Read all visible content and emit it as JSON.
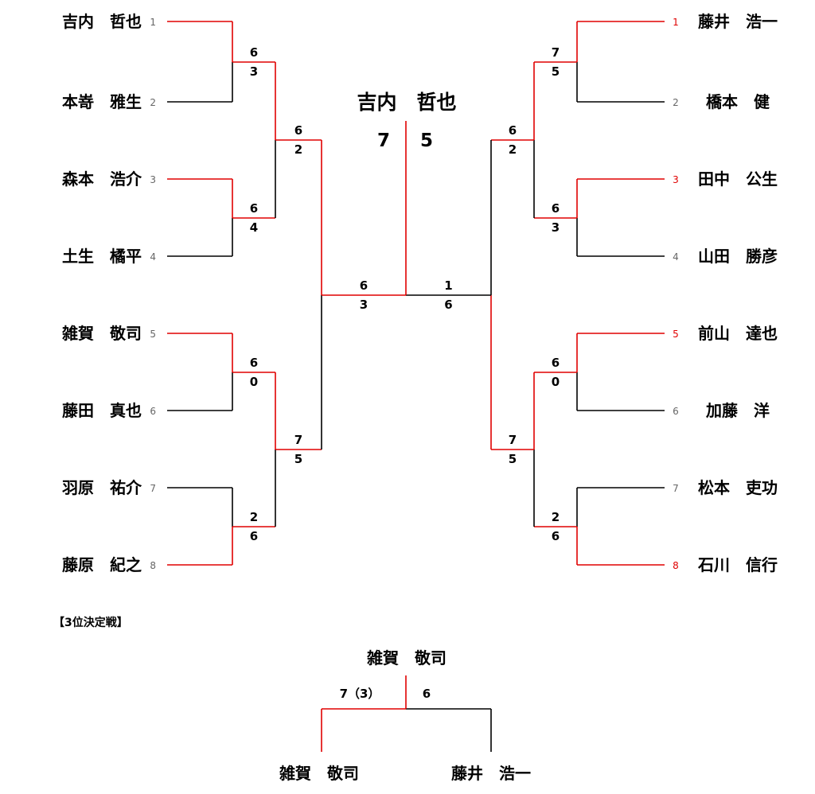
{
  "colors": {
    "winner_line": "#e00000",
    "loser_line": "#000000",
    "text": "#000000"
  },
  "left": [
    {
      "seed": "1",
      "name": "吉内　哲也"
    },
    {
      "seed": "2",
      "name": "本嵜　雅生"
    },
    {
      "seed": "3",
      "name": "森本　浩介"
    },
    {
      "seed": "4",
      "name": "土生　橘平"
    },
    {
      "seed": "5",
      "name": "雑賀　敬司"
    },
    {
      "seed": "6",
      "name": "藤田　真也"
    },
    {
      "seed": "7",
      "name": "羽原　祐介"
    },
    {
      "seed": "8",
      "name": "藤原　紀之"
    }
  ],
  "right": [
    {
      "seed": "1",
      "name": "藤井　浩一"
    },
    {
      "seed": "2",
      "name": "橋本　健"
    },
    {
      "seed": "3",
      "name": "田中　公生"
    },
    {
      "seed": "4",
      "name": "山田　勝彦"
    },
    {
      "seed": "5",
      "name": "前山　達也"
    },
    {
      "seed": "6",
      "name": "加藤　洋"
    },
    {
      "seed": "7",
      "name": "松本　吏功"
    },
    {
      "seed": "8",
      "name": "石川　信行"
    }
  ],
  "scores": {
    "left_r1": [
      [
        "6",
        "3"
      ],
      [
        "6",
        "4"
      ],
      [
        "6",
        "0"
      ],
      [
        "2",
        "6"
      ]
    ],
    "left_r2": [
      [
        "6",
        "2"
      ],
      [
        "7",
        "5"
      ]
    ],
    "left_sf": [
      "6",
      "3"
    ],
    "right_r1": [
      [
        "7",
        "5"
      ],
      [
        "6",
        "3"
      ],
      [
        "6",
        "0"
      ],
      [
        "2",
        "6"
      ]
    ],
    "right_r2": [
      [
        "6",
        "2"
      ],
      [
        "7",
        "5"
      ]
    ],
    "right_sf": [
      "1",
      "6"
    ]
  },
  "champion": {
    "name": "吉内　哲也",
    "score_left": "7",
    "score_right": "5"
  },
  "third_place": {
    "heading": "【3位決定戦】",
    "winner": "雑賀　敬司",
    "score_left": "7（3）",
    "score_right": "6",
    "player_left": "雑賀　敬司",
    "player_right": "藤井　浩一"
  }
}
